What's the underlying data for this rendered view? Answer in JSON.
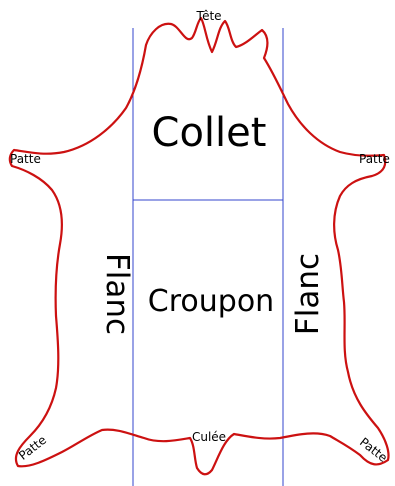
{
  "labels": {
    "head": "Tête",
    "neck": "Collet",
    "butt": "Croupon",
    "belly_left": "Flanc",
    "belly_right": "Flanc",
    "leg_front_left": "Patte",
    "leg_front_right": "Patte",
    "leg_rear_left": "Patte",
    "leg_rear_right": "Patte",
    "tail": "Culée"
  },
  "colors": {
    "outline": "#cc1111",
    "guides": "#3344cc",
    "text": "#000000"
  }
}
